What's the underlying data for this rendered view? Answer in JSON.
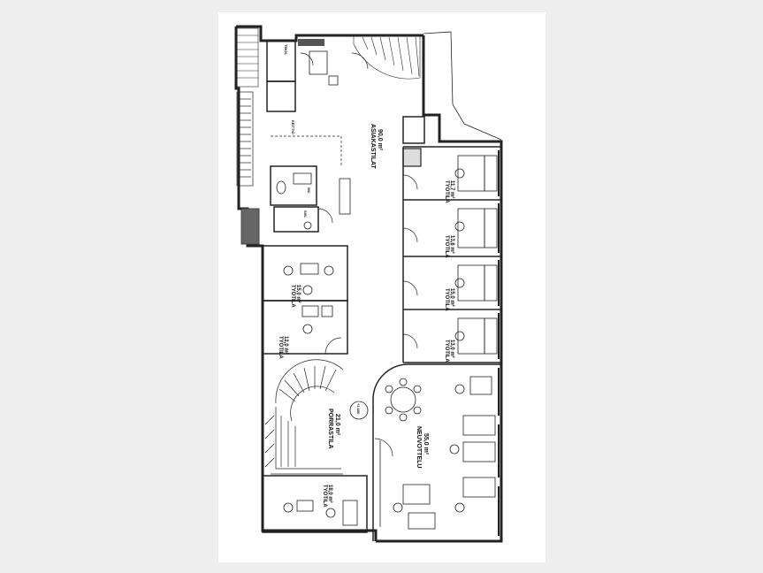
{
  "rooms": [
    {
      "id": "asiakas",
      "name": "ASIAKASTILAT",
      "area": "90,0 m²"
    },
    {
      "id": "tt1",
      "name": "TYÖTILA",
      "area": "11,7 m²"
    },
    {
      "id": "tt2",
      "name": "TYÖTILA",
      "area": "13,6 m²"
    },
    {
      "id": "tt3",
      "name": "TYÖTILA",
      "area": "15,0 m²"
    },
    {
      "id": "tt4",
      "name": "TYÖTILA",
      "area": "13,0 m²"
    },
    {
      "id": "tt5",
      "name": "TYÖTILA",
      "area": "15,0 m²"
    },
    {
      "id": "tt6",
      "name": "TYÖTILA",
      "area": "12,0 m²"
    },
    {
      "id": "porras",
      "name": "PORRASTILA",
      "area": "21,0 m²"
    },
    {
      "id": "neuv",
      "name": "NEUVOTTELU",
      "area": "55,0 m²"
    },
    {
      "id": "tt7",
      "name": "TYÖTILA",
      "area": "18,0 m²"
    }
  ],
  "small_labels": {
    "wc": "WC",
    "siivous": "SIIV.",
    "tekn": "TEKN.",
    "keittio": "KEITTIÖ",
    "ovi": "+1.600"
  }
}
